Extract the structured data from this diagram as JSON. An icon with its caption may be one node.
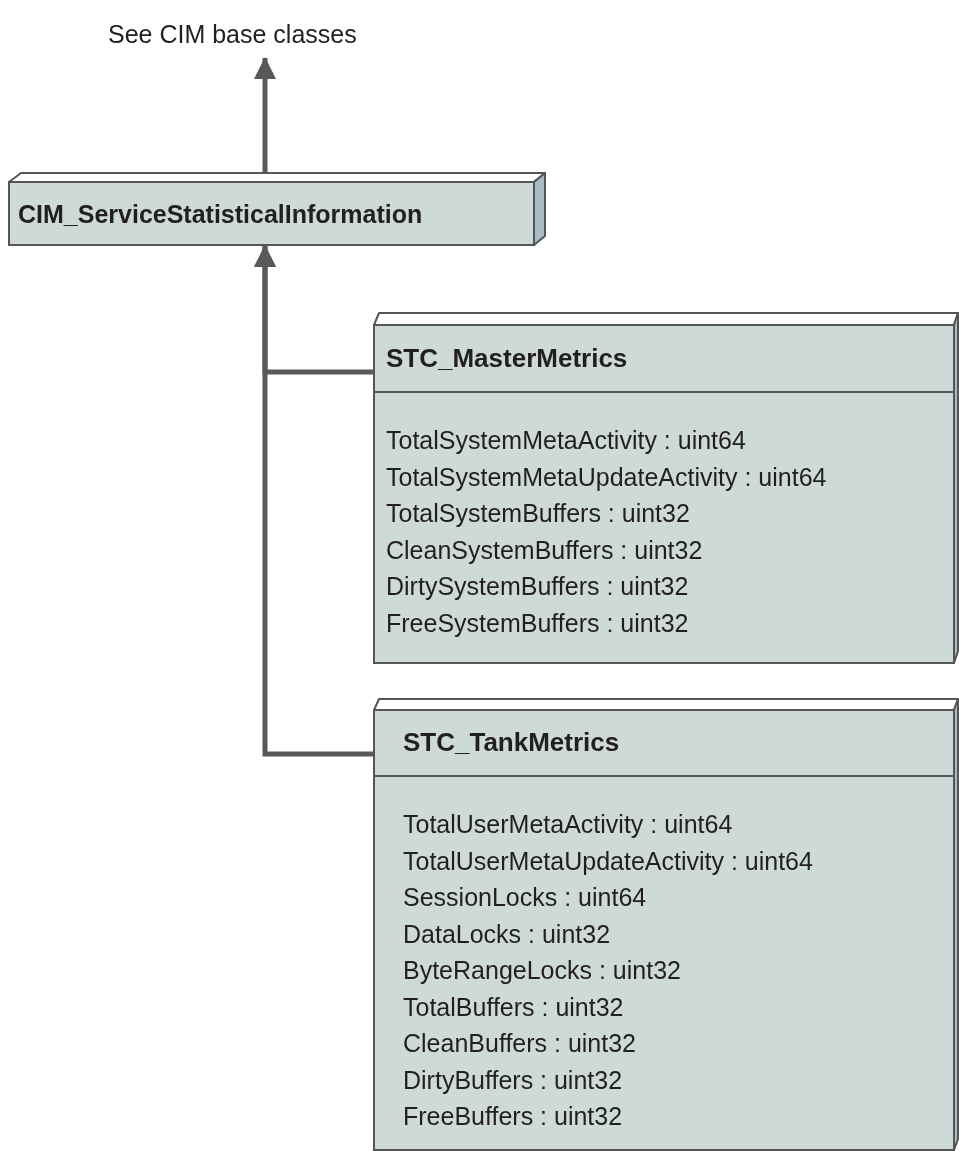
{
  "diagram": {
    "nodes": [
      {
        "text": [
          "See CIM base classes"
        ]
      },
      {
        "text": [
          "CIM_ServiceStatisticalInformation"
        ]
      },
      {
        "text": [
          "STC_MasterMetrics",
          "TotalSystemMetaActivity : uint64",
          "TotalSystemMetaUpdateActivity : uint64",
          "TotalSystemBuffers : uint32",
          "CleanSystemBuffers : uint32",
          "DirtySystemBuffers : uint32",
          "FreeSystemBuffers : uint32"
        ]
      },
      {
        "text": [
          "STC_TankMetrics",
          "TotalUserMetaActivity : uint64",
          "TotalUserMetaUpdateActivity : uint64",
          "SessionLocks : uint64",
          "DataLocks : uint32",
          "ByteRangeLocks : uint32",
          "TotalBuffers : uint32",
          "CleanBuffers : uint32",
          "DirtyBuffers : uint32",
          "FreeBuffers : uint32"
        ]
      }
    ],
    "edges": [
      {
        "from": 1,
        "to": 0,
        "arrow": "to"
      },
      {
        "from": 2,
        "to": 1,
        "arrow": "to"
      },
      {
        "from": 3,
        "to": 1,
        "arrow": "to"
      }
    ]
  }
}
